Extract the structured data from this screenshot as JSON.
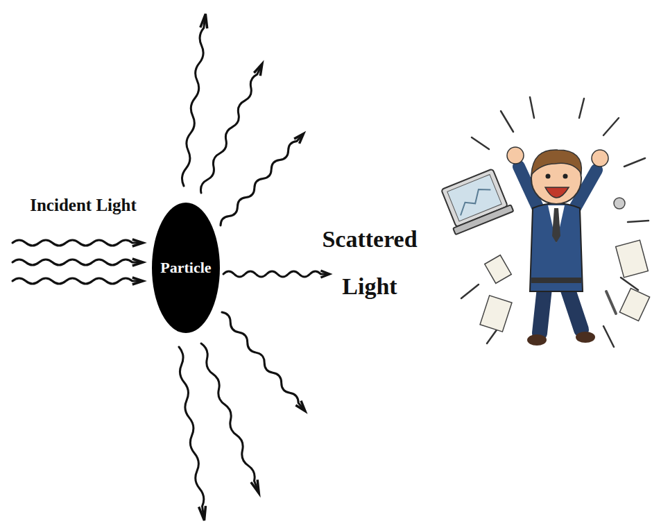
{
  "diagram": {
    "nodes": [
      {
        "text": [
          "Particle"
        ]
      }
    ],
    "labels": [
      "Incident Light",
      "Scattered Light"
    ]
  }
}
